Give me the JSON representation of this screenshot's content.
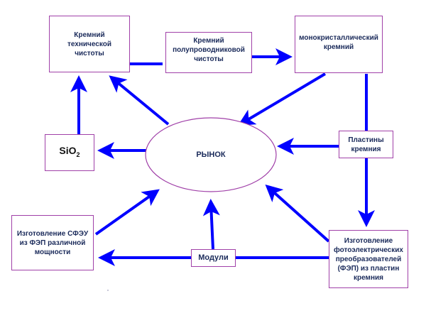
{
  "colors": {
    "arrow": "#0000ff",
    "border": "#a040a8",
    "text": "#1a2a5a"
  },
  "nodes": {
    "tech_silicon": "Кремний\nтехнической\nчистоты",
    "semi_silicon": "Кремний\nполупроводниковой\nчистоты",
    "mono_silicon": "монокристаллический\nкремний",
    "sio2": {
      "main": "SiO",
      "sub": "2"
    },
    "market": "РЫНОК",
    "wafers": "Пластины\nкремния",
    "pv_cells": "Изготовление\nфотоэлектрических\nпреобразователей\n(ФЭП) из пластин\nкремния",
    "modules": "Модули",
    "sfeu": "Изготовление СФЭУ\nиз  ФЭП  различной\nмощности"
  },
  "edges": [
    {
      "from": "tech_silicon",
      "to": "semi_silicon"
    },
    {
      "from": "semi_silicon",
      "to": "mono_silicon"
    },
    {
      "from": "mono_silicon",
      "to": "market"
    },
    {
      "from": "mono_silicon",
      "to": "wafers"
    },
    {
      "from": "wafers",
      "to": "market"
    },
    {
      "from": "wafers",
      "to": "pv_cells"
    },
    {
      "from": "pv_cells",
      "to": "market"
    },
    {
      "from": "pv_cells",
      "to": "modules"
    },
    {
      "from": "modules",
      "to": "market"
    },
    {
      "from": "modules",
      "to": "sfeu"
    },
    {
      "from": "sfeu",
      "to": "market"
    },
    {
      "from": "market",
      "to": "sio2"
    },
    {
      "from": "market",
      "to": "tech_silicon"
    },
    {
      "from": "sio2",
      "to": "tech_silicon"
    }
  ]
}
